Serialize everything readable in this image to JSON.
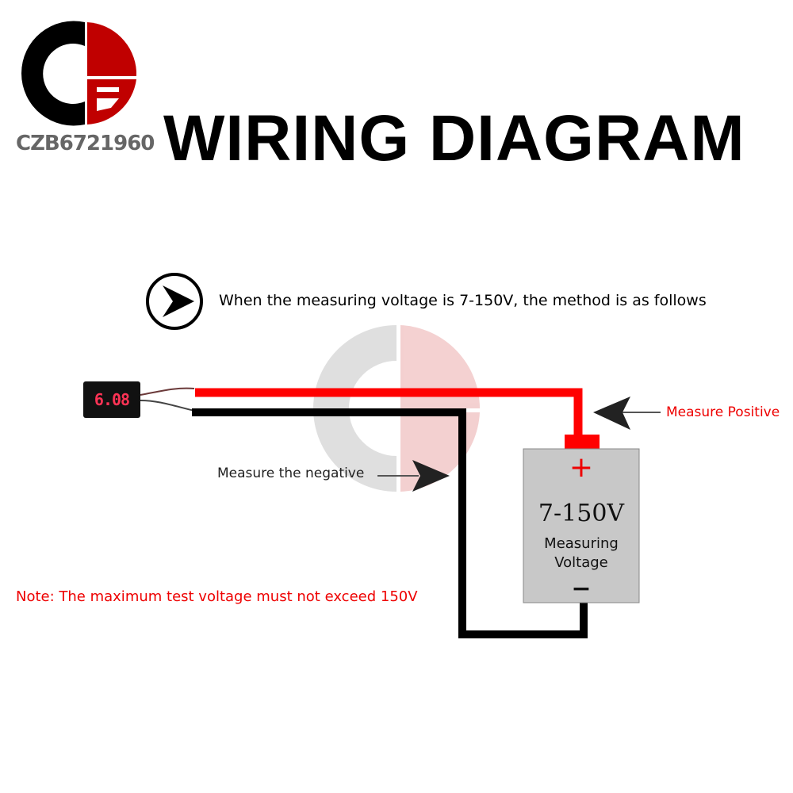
{
  "header": {
    "title": "WIRING DIAGRAM",
    "brand": "CZB6721960"
  },
  "intro": {
    "icon": "play-arrow-icon",
    "text": "When the measuring voltage is 7-150V, the method is as follows"
  },
  "meter": {
    "reading": "6.08"
  },
  "labels": {
    "positive": "Measure Positive",
    "negative": "Measure the negative",
    "note": "Note: The maximum test voltage must not exceed 150V"
  },
  "source": {
    "plus": "+",
    "minus": "−",
    "voltage": "7-150V",
    "name": "Measuring Voltage"
  },
  "colors": {
    "positive": "#ff0000",
    "negative": "#000000",
    "source": "#c8c8c8",
    "logo_red": "#c00000"
  }
}
